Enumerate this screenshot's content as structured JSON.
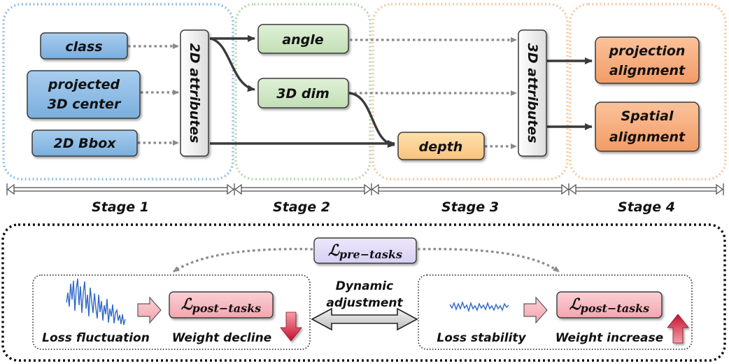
{
  "stages": {
    "stage1": "Stage 1",
    "stage2": "Stage 2",
    "stage3": "Stage 3",
    "stage4": "Stage 4"
  },
  "inputs": {
    "class": "class",
    "center_line1": "projected",
    "center_line2": "3D center",
    "bbox": "2D Bbox"
  },
  "attributes": {
    "attr2d": "2D attributes",
    "attr3d": "3D attributes"
  },
  "nodes": {
    "angle": "angle",
    "dim": "3D dim",
    "depth": "depth"
  },
  "outputs": {
    "proj_line1": "projection",
    "proj_line2": "alignment",
    "spatial_line1": "Spatial",
    "spatial_line2": "alignment"
  },
  "loss": {
    "pre_symbol": "ℒ",
    "pre_sub": "pre−tasks",
    "post_symbol": "ℒ",
    "post_sub": "post−tasks",
    "left_caption": "Loss fluctuation",
    "left_weight": "Weight decline",
    "right_caption": "Loss stability",
    "right_weight": "Weight increase",
    "adjust_line1": "Dynamic",
    "adjust_line2": "adjustment"
  },
  "colors": {
    "input_blue": "#84b6e3",
    "node_green": "#cde6c2",
    "node_orange": "#fcd196",
    "output_orange": "#f5a97a",
    "loss_purple": "#e3dcf7",
    "loss_pink": "#f8b9c0",
    "stage_blue": "#93bfe6",
    "stage_green": "#b9d6ae",
    "stage_orange": "#f6c8a0"
  }
}
